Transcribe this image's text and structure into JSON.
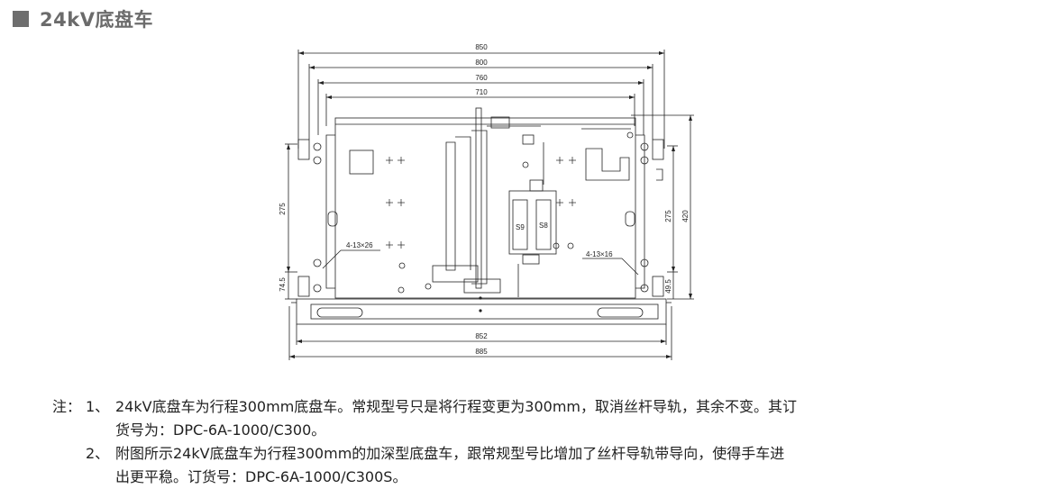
{
  "header": {
    "title": "24kV底盘车"
  },
  "drawing": {
    "dims_top": [
      "850",
      "800",
      "760",
      "710"
    ],
    "dims_bottom": [
      "852",
      "885"
    ],
    "dims_left": [
      "275",
      "74.5"
    ],
    "dims_right": [
      "275",
      "420",
      "49.5"
    ],
    "hole_left": "4-13×26",
    "hole_right": "4-13×16",
    "switch_left": "S9",
    "switch_right": "S8"
  },
  "notes": {
    "prefix": "注：",
    "items": [
      {
        "num": "1、",
        "line1": "24kV底盘车为行程300mm底盘车。常规型号只是将行程变更为300mm，取消丝杆导轨，其余不变。其订",
        "line2": "货号为：DPC-6A-1000/C300。"
      },
      {
        "num": "2、",
        "line1": "附图所示24kV底盘车为行程300mm的加深型底盘车，跟常规型号比增加了丝杆导轨带导向，使得手车进",
        "line2": "出更平稳。订货号：DPC-6A-1000/C300S。"
      }
    ]
  }
}
